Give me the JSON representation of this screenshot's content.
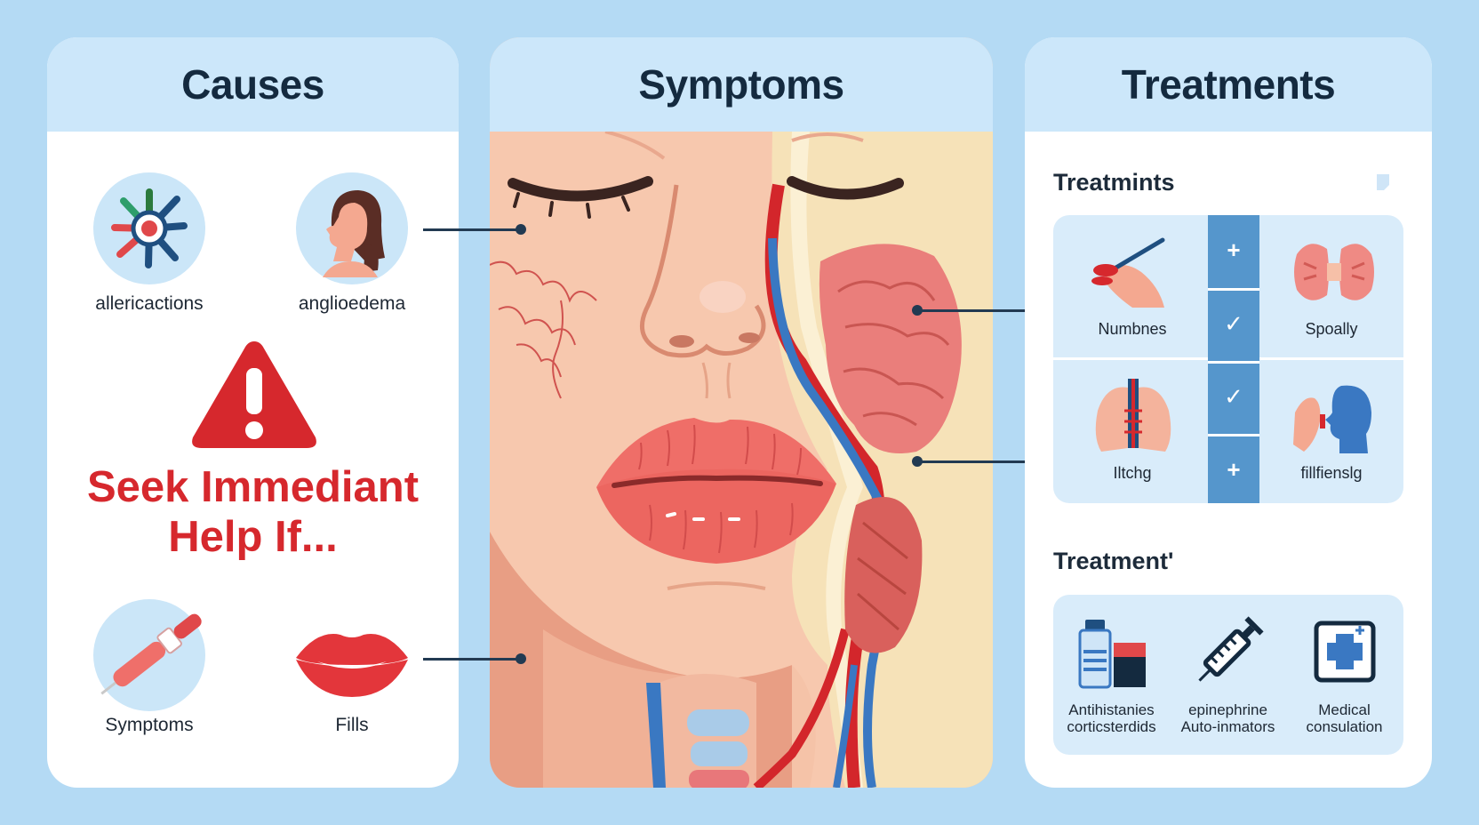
{
  "causes": {
    "title": "Causes",
    "items": [
      {
        "label": "allericactions",
        "icon": "allergen-icon"
      },
      {
        "label": "anglioedema",
        "icon": "person-profile-icon"
      }
    ],
    "warning": {
      "line1": "Seek Immediant",
      "line2": "Help If...",
      "icon": "warning-triangle-icon"
    },
    "bottom_items": [
      {
        "label": "Symptoms",
        "icon": "epipen-icon"
      },
      {
        "label": "Fills",
        "icon": "lips-icon"
      }
    ]
  },
  "symptoms": {
    "title": "Symptoms"
  },
  "treatments": {
    "title": "Treatments",
    "section1_title": "Treatmints",
    "grid": [
      {
        "label": "Numbnes",
        "icon": "hand-tingling-icon"
      },
      {
        "label": "Spoally",
        "icon": "swollen-throat-icon"
      },
      {
        "label": "Iltchg",
        "icon": "lungs-icon"
      },
      {
        "label": "fillfienslg",
        "icon": "hand-face-icon"
      }
    ],
    "strip": [
      "+",
      "✓",
      "✓",
      "+"
    ],
    "section2_title": "Treatment'",
    "bottom": [
      {
        "line1": "Antihistanies",
        "line2": "corticsterdids",
        "icon": "medicine-bottle-icon"
      },
      {
        "line1": "epinephrine",
        "line2": "Auto-inmators",
        "icon": "syringe-icon"
      },
      {
        "line1": "Medical",
        "line2": "consulation",
        "icon": "medical-cross-icon"
      }
    ]
  },
  "colors": {
    "background": "#b4daf4",
    "panel_header": "#cce7fa",
    "warning_red": "#d6282d",
    "accent_blue": "#5596cc",
    "skin": "#f5c3a8"
  }
}
